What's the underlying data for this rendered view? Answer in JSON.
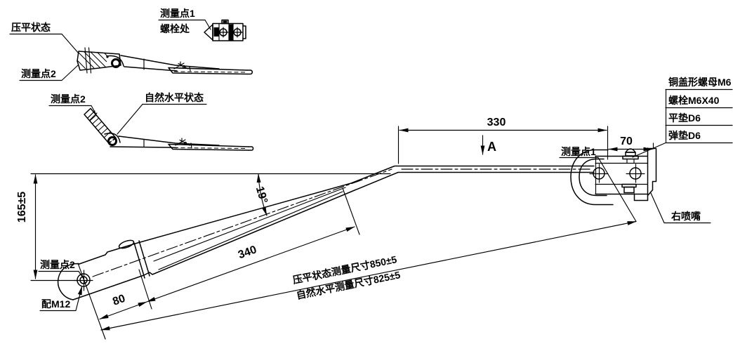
{
  "views": {
    "flat": {
      "state": "压平状态",
      "point2": "测量点2"
    },
    "bolt_detail": {
      "point1": "测量点1",
      "bolt": "螺栓处"
    },
    "natural": {
      "point2": "测量点2",
      "state": "自然水平状态"
    }
  },
  "main": {
    "dims": {
      "d330": "330",
      "d70": "70",
      "d80": "80",
      "d340": "340",
      "d165": "165±5",
      "angle": "19°",
      "flat_len": "压平状态测量尺寸850±5",
      "natural_len": "自然水平测量尺寸825±5"
    },
    "section": "A",
    "labels": {
      "point1": "测量点1",
      "point2": "测量点2",
      "m12": "配M12",
      "nozzle": "右喷嘴"
    }
  },
  "parts": {
    "rows": [
      "铜盖形螺母M6",
      "螺栓M6X40",
      "平垫D6",
      "弹垫D6"
    ]
  },
  "colors": {
    "line": "#000000",
    "bg": "#ffffff"
  }
}
